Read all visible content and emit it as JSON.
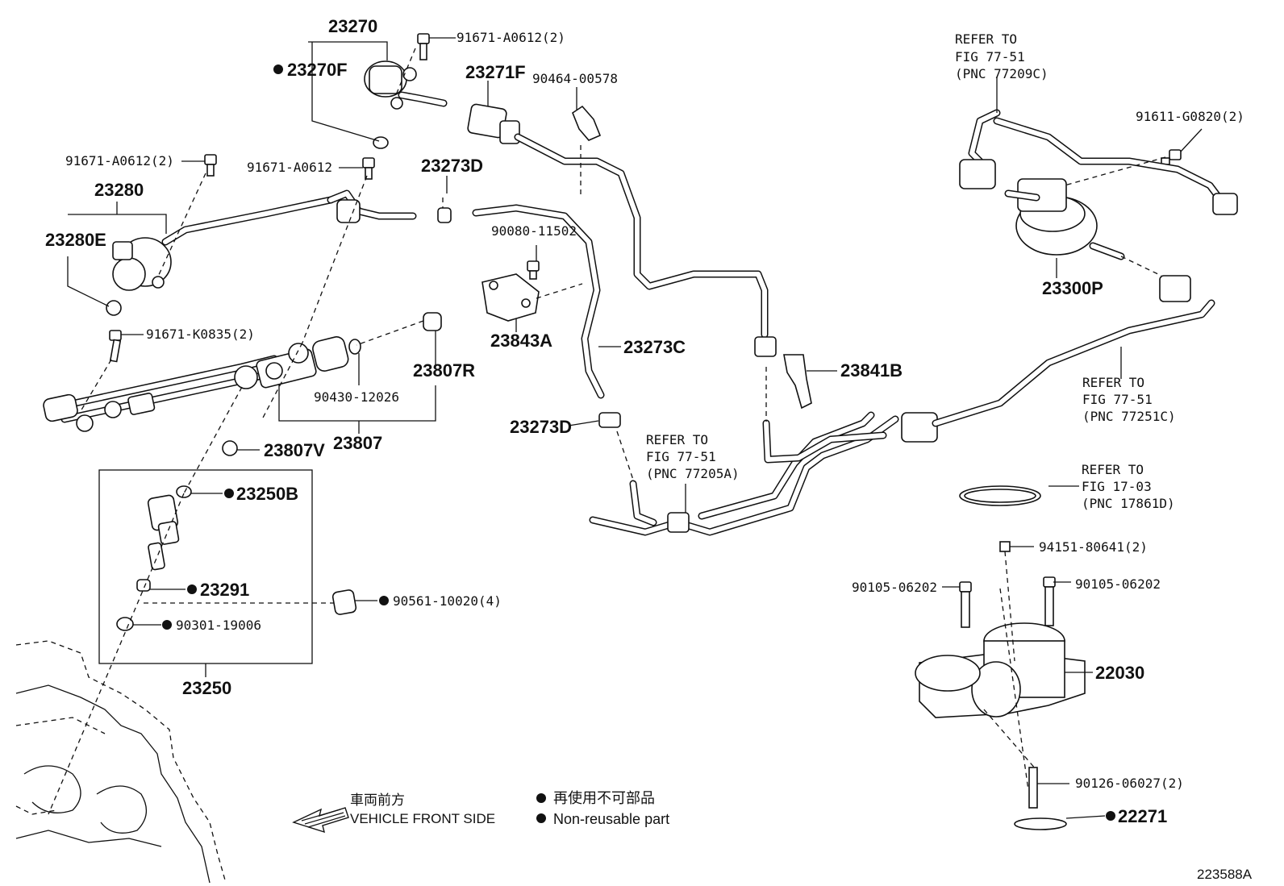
{
  "labels": {
    "p23270": "23270",
    "p23270F": "23270F",
    "p91671_a0612_2_top": "91671-A0612(2)",
    "p23271F": "23271F",
    "p90464": "90464-00578",
    "p91671_a0612_2_left": "91671-A0612(2)",
    "p91671_a0612": "91671-A0612",
    "p23273D_top": "23273D",
    "p23280": "23280",
    "p23280E": "23280E",
    "p90080": "90080-11502",
    "p23843A": "23843A",
    "p91671_k0835": "91671-K0835(2)",
    "p23807R": "23807R",
    "p23273C": "23273C",
    "p90430": "90430-12026",
    "p23807": "23807",
    "p23841B": "23841B",
    "p23273D_mid": "23273D",
    "p23807V": "23807V",
    "p23250B": "23250B",
    "p23291": "23291",
    "p90561": "90561-10020(4)",
    "p90301": "90301-19006",
    "p23250": "23250",
    "p23300P": "23300P",
    "p91611": "91611-G0820(2)",
    "p94151": "94151-80641(2)",
    "p90105_left": "90105-06202",
    "p90105_right": "90105-06202",
    "p22030": "22030",
    "p90126": "90126-06027(2)",
    "p22271": "22271"
  },
  "refs": {
    "r77209c": [
      "REFER TO",
      "FIG 77-51",
      "(PNC 77209C)"
    ],
    "r77251c": [
      "REFER TO",
      "FIG 77-51",
      "(PNC 77251C)"
    ],
    "r77205a": [
      "REFER TO",
      "FIG 77-51",
      "(PNC 77205A)"
    ],
    "r17861d": [
      "REFER TO",
      "FIG 17-03",
      "(PNC 17861D)"
    ]
  },
  "legend": {
    "front_jp": "車両前方",
    "front_en": "VEHICLE FRONT SIDE",
    "nonreuse_jp": "再使用不可部品",
    "nonreuse_en": "Non-reusable part"
  },
  "figure_id": "223588A"
}
